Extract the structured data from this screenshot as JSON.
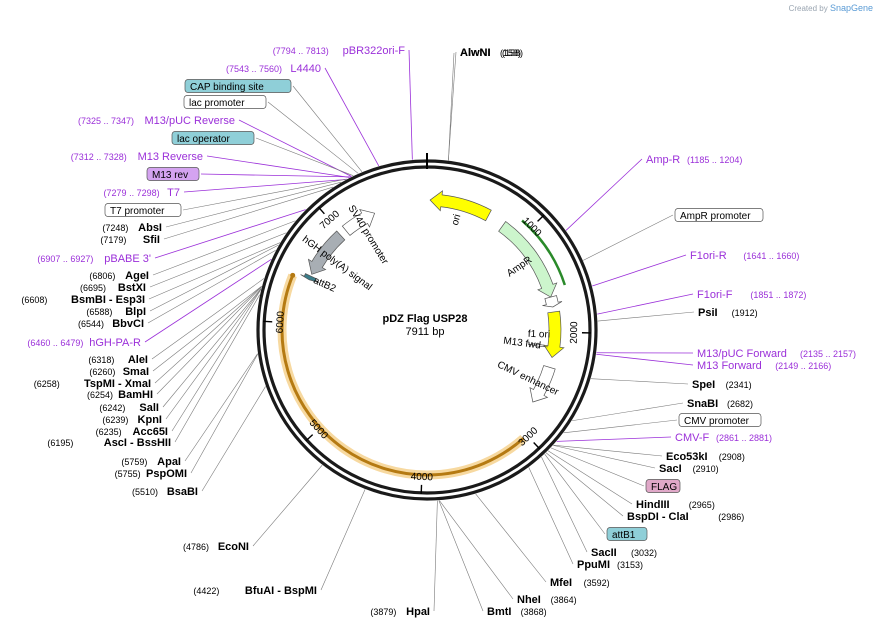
{
  "credit": {
    "created_by": "Created by",
    "brand": "SnapGene"
  },
  "plasmid": {
    "name": "pDZ Flag USP28",
    "length_label": "7911 bp",
    "length": 7911
  },
  "ticks": [
    {
      "pos": 1000,
      "label": "1000"
    },
    {
      "pos": 2000,
      "label": "2000"
    },
    {
      "pos": 3000,
      "label": "3000"
    },
    {
      "pos": 4000,
      "label": "4000"
    },
    {
      "pos": 5000,
      "label": "5000"
    },
    {
      "pos": 6000,
      "label": "6000"
    },
    {
      "pos": 7000,
      "label": "7000"
    }
  ],
  "enzymes_right": [
    {
      "name": "AlwNI",
      "coord": "(158)",
      "pos": 158
    },
    {
      "name": "PsiI",
      "coord": "(1912)",
      "pos": 1912
    },
    {
      "name": "SpeI",
      "coord": "(2341)",
      "pos": 2341
    },
    {
      "name": "SnaBI",
      "coord": "(2682)",
      "pos": 2682
    },
    {
      "name": "Eco53kI",
      "coord": "(2908)",
      "pos": 2908
    },
    {
      "name": "SacI",
      "coord": "(2910)",
      "pos": 2910
    },
    {
      "name": "HindIII",
      "coord": "(2965)",
      "pos": 2965
    },
    {
      "name": "BspDI  - ClaI",
      "coord": "(2986)",
      "pos": 2986
    },
    {
      "name": "SacII",
      "coord": "(3032)",
      "pos": 3032
    },
    {
      "name": "PpuMI",
      "coord": "(3153)",
      "pos": 3153
    },
    {
      "name": "MfeI",
      "coord": "(3592)",
      "pos": 3592
    },
    {
      "name": "NheI",
      "coord": "(3864)",
      "pos": 3864
    },
    {
      "name": "BmtI",
      "coord": "(3868)",
      "pos": 3868
    }
  ],
  "enzymes_left": [
    {
      "name": "HpaI",
      "coord": "(3879)",
      "pos": 3879
    },
    {
      "name": "BfuAI  - BspMI",
      "coord": "(4422)",
      "pos": 4422
    },
    {
      "name": "EcoNI",
      "coord": "(4786)",
      "pos": 4786
    },
    {
      "name": "BsaBI",
      "coord": "(5510)",
      "pos": 5510
    },
    {
      "name": "PspOMI",
      "coord": "(5755)",
      "pos": 5755
    },
    {
      "name": "ApaI",
      "coord": "(5759)",
      "pos": 5759
    },
    {
      "name": "AscI  - BssHII",
      "coord": "(6195)",
      "pos": 6195
    },
    {
      "name": "Acc65I",
      "coord": "(6235)",
      "pos": 6235
    },
    {
      "name": "KpnI",
      "coord": "(6239)",
      "pos": 6239
    },
    {
      "name": "SalI",
      "coord": "(6242)",
      "pos": 6242
    },
    {
      "name": "BamHI",
      "coord": "(6254)",
      "pos": 6254
    },
    {
      "name": "TspMI  - XmaI",
      "coord": "(6258)",
      "pos": 6258
    },
    {
      "name": "SmaI",
      "coord": "(6260)",
      "pos": 6260
    },
    {
      "name": "AleI",
      "coord": "(6318)",
      "pos": 6318
    },
    {
      "name": "BbvCI",
      "coord": "(6544)",
      "pos": 6544
    },
    {
      "name": "BlpI",
      "coord": "(6588)",
      "pos": 6588
    },
    {
      "name": "BsmBI  - Esp3I",
      "coord": "(6608)",
      "pos": 6608
    },
    {
      "name": "BstXI",
      "coord": "(6695)",
      "pos": 6695
    },
    {
      "name": "AgeI",
      "coord": "(6806)",
      "pos": 6806
    },
    {
      "name": "SfiI",
      "coord": "(7179)",
      "pos": 7179
    },
    {
      "name": "AbsI",
      "coord": "(7248)",
      "pos": 7248
    }
  ],
  "primers_right": [
    {
      "name": "Amp-R",
      "coord": "(1185 .. 1204)",
      "pos": 1195
    },
    {
      "name": "F1ori-R",
      "coord": "(1641 .. 1660)",
      "pos": 1650
    },
    {
      "name": "F1ori-F",
      "coord": "(1851 .. 1872)",
      "pos": 1861
    },
    {
      "name": "M13/pUC Forward",
      "coord": "(2135 .. 2157)",
      "pos": 2146
    },
    {
      "name": "M13 Forward",
      "coord": "(2149 .. 2166)",
      "pos": 2157
    },
    {
      "name": "CMV-F",
      "coord": "(2861 .. 2881)",
      "pos": 2871
    }
  ],
  "primers_left": [
    {
      "name": "pBR322ori-F",
      "coord": "(7794 .. 7813)",
      "pos": 7803
    },
    {
      "name": "L4440",
      "coord": "(7543 .. 7560)",
      "pos": 7551
    },
    {
      "name": "M13/pUC Reverse",
      "coord": "(7325 .. 7347)",
      "pos": 7336
    },
    {
      "name": "M13 Reverse",
      "coord": "(7312 .. 7328)",
      "pos": 7320
    },
    {
      "name": "T7",
      "coord": "(7279 .. 7298)",
      "pos": 7288
    },
    {
      "name": "pBABE 3'",
      "coord": "(6907 .. 6927)",
      "pos": 6917
    },
    {
      "name": "hGH-PA-R",
      "coord": "(6460 .. 6479)",
      "pos": 6470
    }
  ],
  "boxed_right": [
    {
      "name": "AmpR promoter",
      "style": "plain",
      "pos": 1450
    },
    {
      "name": "CMV promoter",
      "style": "plain",
      "pos": 2790
    },
    {
      "name": "FLAG",
      "style": "pink",
      "pos": 2935
    },
    {
      "name": "attB1",
      "style": "teal",
      "pos": 3000
    }
  ],
  "boxed_left": [
    {
      "name": "CAP binding site",
      "style": "teal",
      "pos": 7420
    },
    {
      "name": "lac promoter",
      "style": "plain",
      "pos": 7390
    },
    {
      "name": "lac operator",
      "style": "teal",
      "pos": 7350
    },
    {
      "name": "M13 rev",
      "style": "violet",
      "pos": 7330
    },
    {
      "name": "T7 promoter",
      "style": "plain",
      "pos": 7295
    }
  ],
  "features": [
    {
      "name": "ori",
      "start": 30,
      "end": 620,
      "dir": -1,
      "ring": 130,
      "color": "#ffff00",
      "label": "ori"
    },
    {
      "name": "AmpR",
      "start": 790,
      "end": 1650,
      "dir": 1,
      "ring": 128,
      "color": "#ccf5cc",
      "label": "AmpR"
    },
    {
      "name": "AmpR promoter",
      "start": 1650,
      "end": 1750,
      "dir": 1,
      "ring": 128,
      "color": "#ffffff",
      "label": ""
    },
    {
      "name": "f1 ori",
      "start": 1800,
      "end": 2250,
      "dir": 1,
      "ring": 128,
      "color": "#ffff00",
      "label": "f1 ori"
    },
    {
      "name": "CMV enhancer",
      "start": 2350,
      "end": 2730,
      "dir": 1,
      "ring": 128,
      "color": "#ffffff",
      "label": "CMV enhancer"
    },
    {
      "name": "M13 fwd",
      "start": 2140,
      "end": 2160,
      "dir": 1,
      "ring": 112,
      "color": "#ffffff",
      "label": "M13 fwd"
    },
    {
      "name": "SV40 promoter",
      "start": 7050,
      "end": 7380,
      "dir": 1,
      "ring": 128,
      "color": "#ffffff",
      "label": "SV40 promoter"
    },
    {
      "name": "hGH poly(A) signal",
      "start": 6500,
      "end": 6980,
      "dir": -1,
      "ring": 128,
      "color": "#a8aeb4",
      "label": "hGH poly(A) signal"
    },
    {
      "name": "attB2",
      "start": 6440,
      "end": 6480,
      "dir": -1,
      "ring": 128,
      "color": "#3a7d8a",
      "label": "attB2"
    },
    {
      "name": "USP28",
      "start": 3040,
      "end": 6420,
      "dir": -1,
      "ring": 145,
      "color": "#f3b24a",
      "label": ""
    }
  ],
  "colors": {
    "backbone": "#1a1a1a",
    "primer": "#9b30d9",
    "ori": "#ffff00",
    "ampR": "#ccf5cc",
    "usp28": "#f3b24a",
    "teal_box": "#8fcfd8",
    "pink_box": "#e0a8c8",
    "violet_box": "#d4a3f0"
  }
}
